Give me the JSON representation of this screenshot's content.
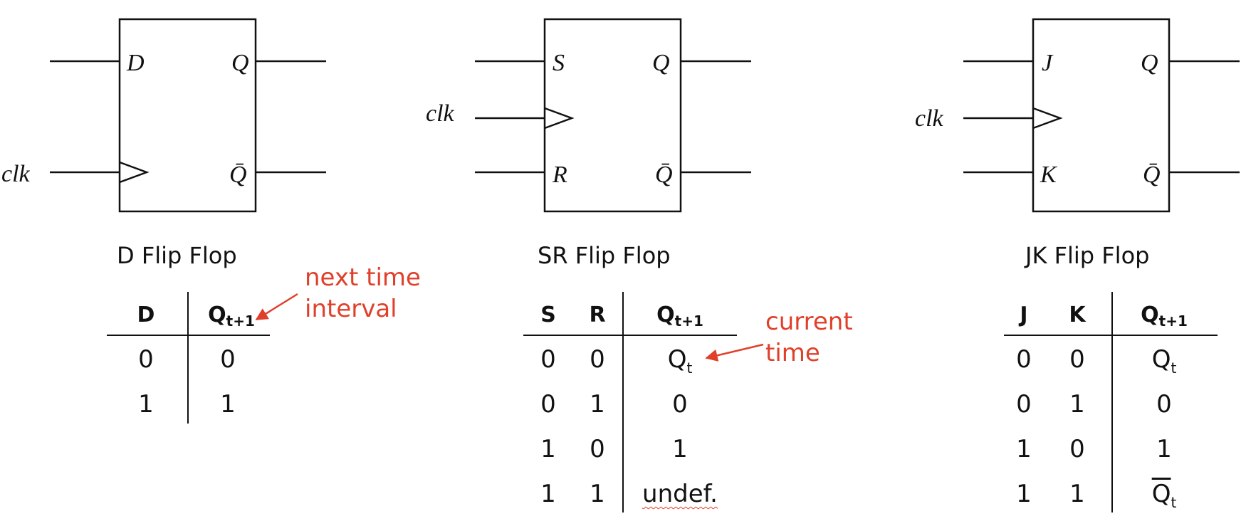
{
  "diagrams": {
    "d": {
      "caption": "D Flip Flop",
      "inputs": [
        "D"
      ],
      "outputs": [
        "Q",
        "Q̄"
      ],
      "clock": "clk"
    },
    "sr": {
      "caption": "SR Flip Flop",
      "inputs": [
        "S",
        "R"
      ],
      "outputs": [
        "Q",
        "Q̄"
      ],
      "clock": "clk"
    },
    "jk": {
      "caption": "JK Flip Flop",
      "inputs": [
        "J",
        "K"
      ],
      "outputs": [
        "Q",
        "Q̄"
      ],
      "clock": "clk"
    }
  },
  "tables": {
    "d": {
      "headers": [
        "D",
        "Q",
        "t+1"
      ],
      "rows": [
        [
          "0",
          "0"
        ],
        [
          "1",
          "1"
        ]
      ]
    },
    "sr": {
      "headers": [
        "S",
        "R",
        "Q",
        "t+1"
      ],
      "rows": [
        [
          "0",
          "0",
          "Q",
          "t"
        ],
        [
          "0",
          "1",
          "0"
        ],
        [
          "1",
          "0",
          "1"
        ],
        [
          "1",
          "1",
          "undef."
        ]
      ]
    },
    "jk": {
      "headers": [
        "J",
        "K",
        "Q",
        "t+1"
      ],
      "rows": [
        [
          "0",
          "0",
          "Q",
          "t"
        ],
        [
          "0",
          "1",
          "0"
        ],
        [
          "1",
          "0",
          "1"
        ],
        [
          "1",
          "1",
          "Q",
          "t"
        ]
      ]
    }
  },
  "annotations": {
    "next": [
      "next time",
      "interval"
    ],
    "current": [
      "current",
      "time"
    ]
  },
  "colors": {
    "annotation": "#e0402a",
    "line": "#111111"
  }
}
